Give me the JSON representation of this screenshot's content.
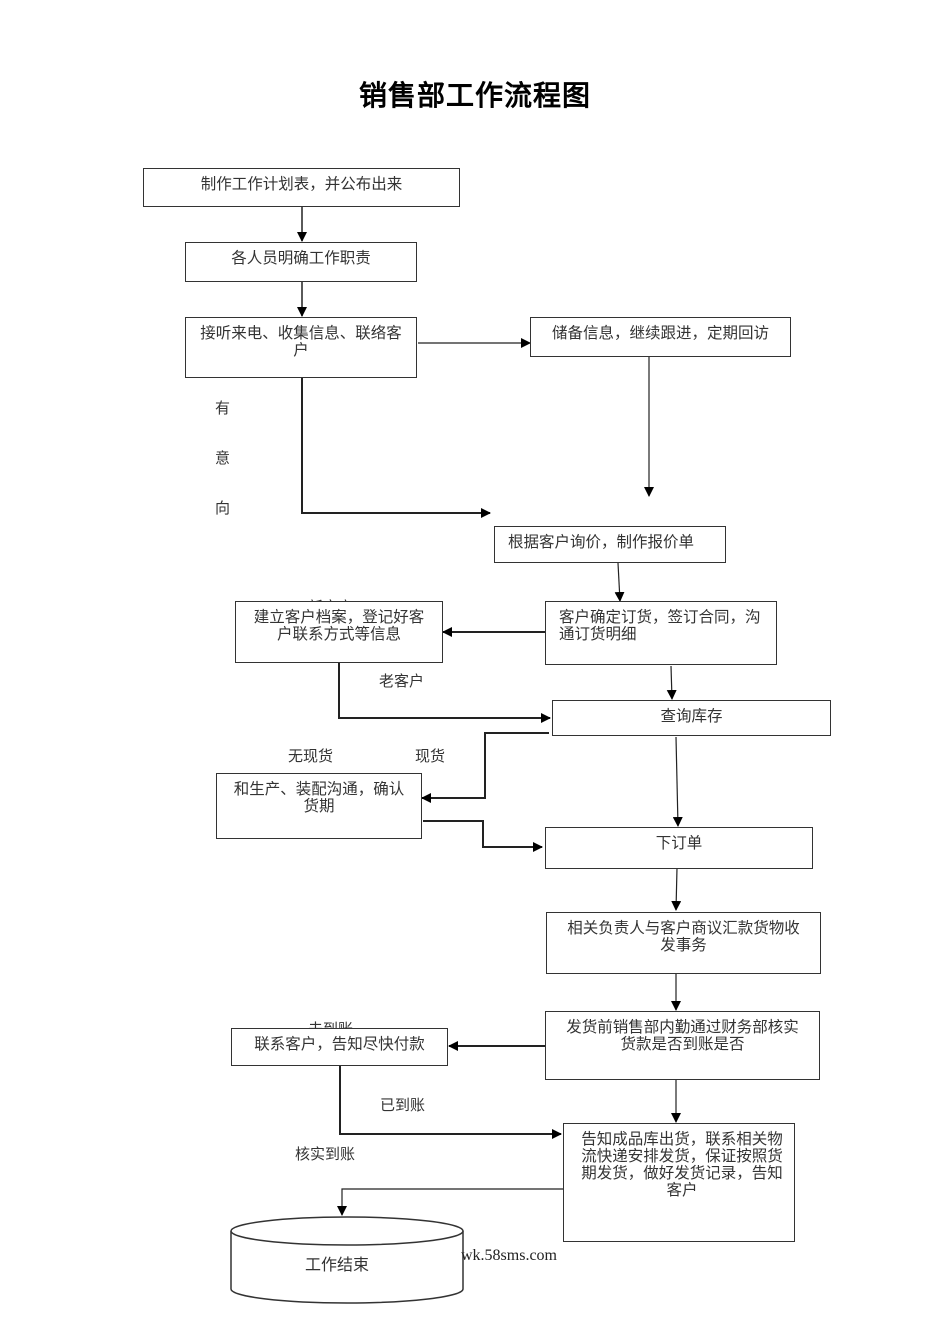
{
  "title": "销售部工作流程图",
  "nodes": {
    "plan": "制作工作计划表，并公布出来",
    "duties": "各人员明确工作职责",
    "contact": "接听来电、收集信息、联络客户",
    "reserve": "储备信息，继续跟进，定期回访",
    "quote": "根据客户询价，制作报价单",
    "confirm": "客户确定订货，签订合同，沟通订货明细",
    "archive": "建立客户档案，登记好客户联系方式等信息",
    "inventory": "查询库存",
    "production": "和生产、装配沟通，确认货期",
    "order": "下订单",
    "negotiate": "相关负责人与客户商议汇款货物收发事务",
    "verify": "发货前销售部内勤通过财务部核实货款是否到账是否",
    "remind": "联系客户，告知尽快付款",
    "ship": "告知成品库出货，联系相关物流快递安排发货，保证按照货期发货，做好发货记录，告知客户",
    "end": "工作结束"
  },
  "labels": {
    "intent_1": "有",
    "intent_2": "意",
    "intent_3": "向",
    "new_customer": "新客户",
    "old_customer": "老客户",
    "no_stock": "无现货",
    "in_stock": "现货",
    "unpaid": "未到账",
    "paid": "已到账",
    "check_paid": "核实到账"
  },
  "watermark": "wk.58sms.com"
}
